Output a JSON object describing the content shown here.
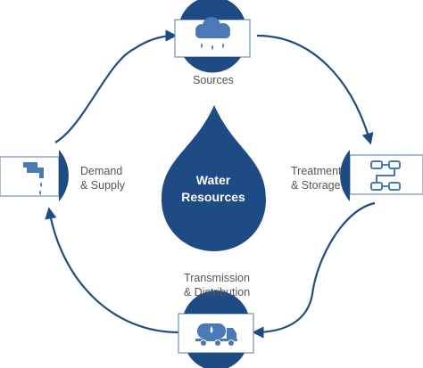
{
  "title": [
    "Water",
    "Resources"
  ],
  "nodes": {
    "sources": {
      "label": [
        "Sources"
      ],
      "icon": "rain-cloud-icon"
    },
    "treatment": {
      "label": [
        "Treatment",
        "& Storage"
      ],
      "icon": "pipes-tank-icon"
    },
    "transmission": {
      "label": [
        "Transmission",
        "& Distribution"
      ],
      "icon": "water-tanker-truck-icon"
    },
    "demand": {
      "label": [
        "Demand",
        "& Supply"
      ],
      "icon": "water-tap-icon"
    }
  },
  "colors": {
    "navy": "#1f4b84",
    "icon_blue": "#4a79b8",
    "label_grey": "#555555",
    "box_border": "#6f8fb8"
  }
}
